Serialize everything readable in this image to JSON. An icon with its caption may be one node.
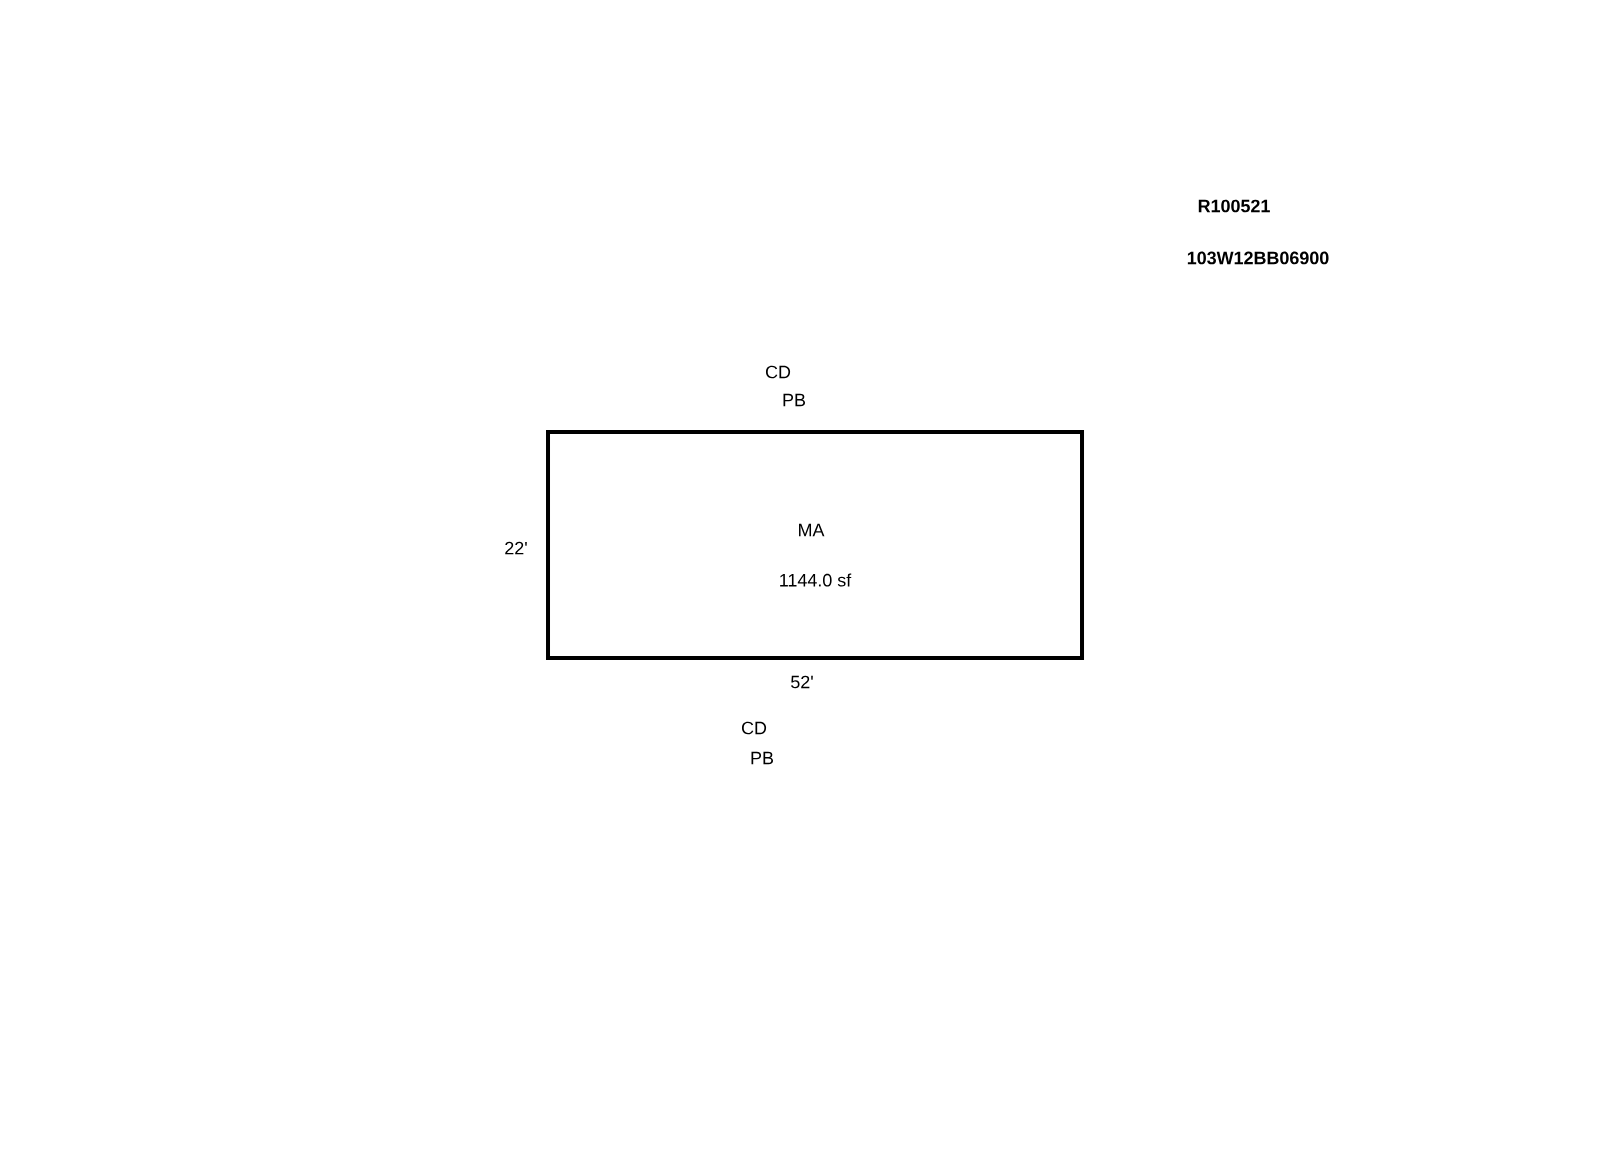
{
  "diagram": {
    "nodes": [
      {
        "text": [
          "MA",
          "1144.0 sf"
        ]
      }
    ],
    "labels": [
      "R100521",
      "103W12BB06900",
      "CD",
      "PB",
      "22'",
      "52'",
      "CD",
      "PB"
    ]
  }
}
